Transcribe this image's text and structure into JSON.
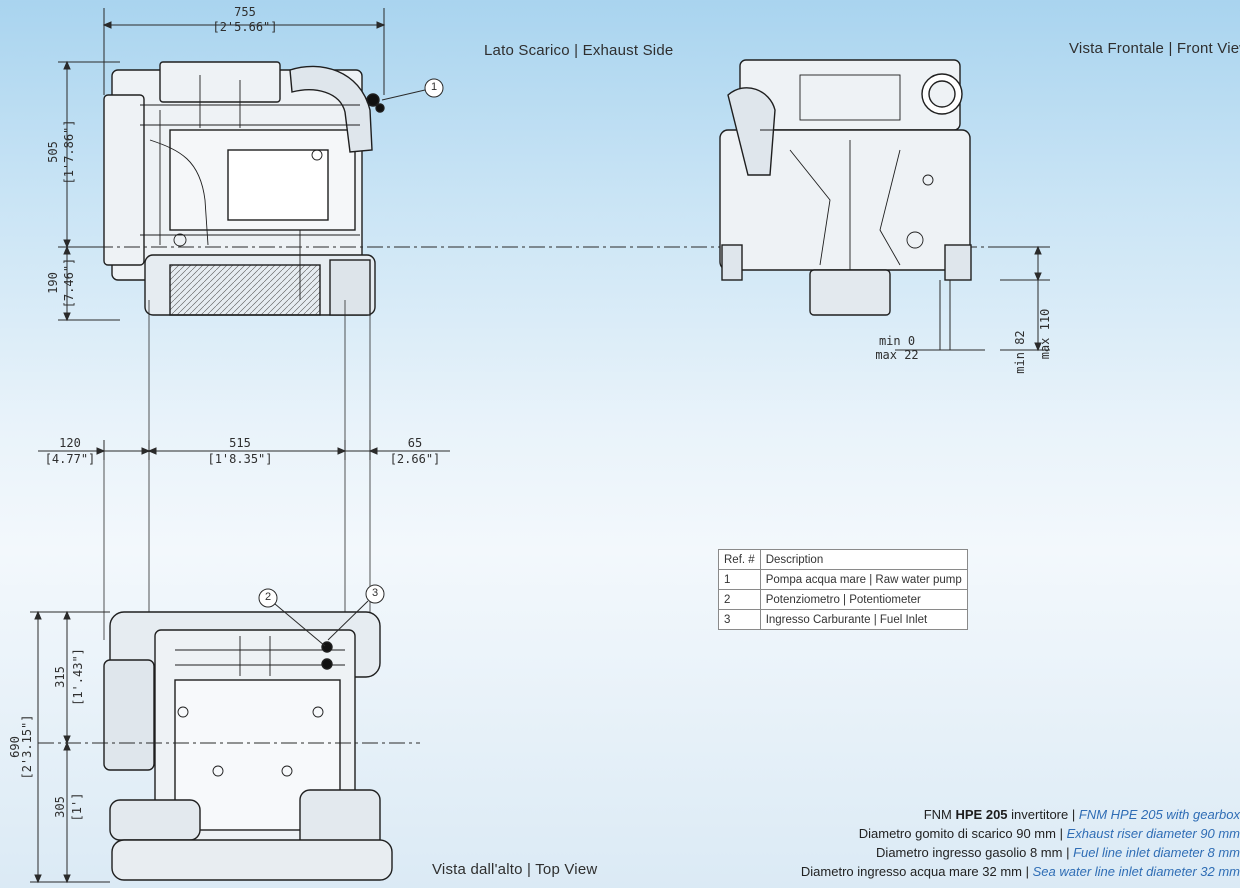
{
  "views": {
    "exhaust_side": "Lato Scarico | Exhaust Side",
    "front": "Vista Frontale | Front View",
    "top": "Vista dall'alto | Top View"
  },
  "dims": {
    "overall_length": {
      "mm": "755",
      "in": "[2'5.66\"]"
    },
    "height_upper": {
      "mm": "505",
      "in": "[1'7.86\"]"
    },
    "height_lower": {
      "mm": "190",
      "in": "[7.46\"]"
    },
    "seg_left": {
      "mm": "120",
      "in": "[4.77\"]"
    },
    "seg_mid": {
      "mm": "515",
      "in": "[1'8.35\"]"
    },
    "seg_right": {
      "mm": "65",
      "in": "[2.66\"]"
    },
    "foot_min": "min 0",
    "foot_max": "max 22",
    "foot_v_min": "min 82",
    "foot_v_max": "max 110",
    "width_total": {
      "mm": "690",
      "in": "[2'3.15\"]"
    },
    "width_upper": {
      "mm": "315",
      "in": "[1'.43\"]"
    },
    "width_lower": {
      "mm": "305",
      "in": "[1']"
    }
  },
  "callouts": [
    "1",
    "2",
    "3"
  ],
  "ref_table": {
    "headers": [
      "Ref. #",
      "Description"
    ],
    "rows": [
      [
        "1",
        "Pompa acqua mare | Raw water pump"
      ],
      [
        "2",
        "Potenziometro | Potentiometer"
      ],
      [
        "3",
        "Ingresso Carburante | Fuel Inlet"
      ]
    ]
  },
  "specs": [
    {
      "it_pre": "FNM ",
      "it_bold": "HPE 205",
      "it_post": " invertitore ",
      "sep": "|",
      "en": "FNM HPE 205 with gearbox"
    },
    {
      "it_pre": "Diametro gomito di scarico 90 mm ",
      "it_bold": "",
      "it_post": "",
      "sep": "|",
      "en": "Exhaust riser diameter 90 mm"
    },
    {
      "it_pre": "Diametro ingresso gasolio 8 mm ",
      "it_bold": "",
      "it_post": "",
      "sep": "|",
      "en": "Fuel line inlet diameter 8 mm"
    },
    {
      "it_pre": "Diametro ingresso acqua mare 32 mm ",
      "it_bold": "",
      "it_post": "",
      "sep": "|",
      "en": "Sea water line inlet diameter 32 mm"
    }
  ],
  "colors": {
    "line": "#2a2a2a",
    "engine_fill": "#e9eef2",
    "accent_en": "#2f6db5"
  }
}
